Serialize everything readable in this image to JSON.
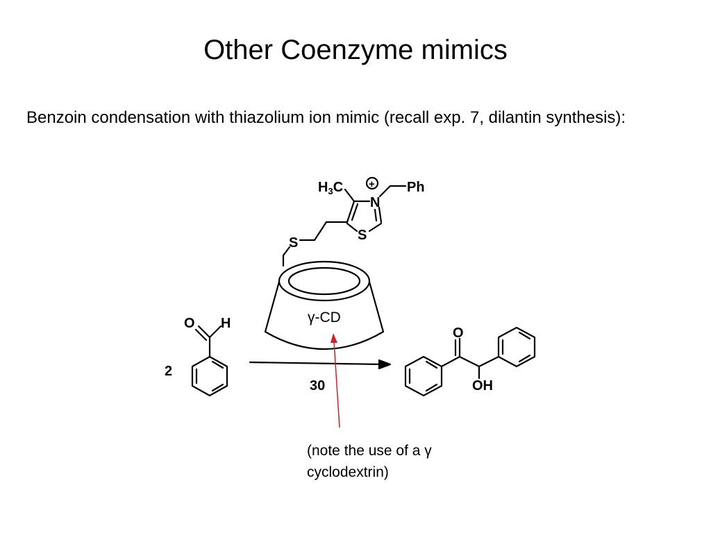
{
  "slide": {
    "title": "Other Coenzyme mimics",
    "body": "Benzoin condensation with thiazolium ion mimic (recall exp. 7, dilantin synthesis):",
    "note_line1": "(note the use of a γ",
    "note_line2": "cyclodextrin)"
  },
  "scheme": {
    "reactant_coefficient": "2",
    "aldehyde_oxygen": "O",
    "aldehyde_hydrogen": "H",
    "catalyst_label": "30",
    "cyclodextrin_label": "γ-CD",
    "methyl_H": "H",
    "methyl_sub": "3",
    "methyl_C": "C",
    "nitrogen": "N",
    "charge": "+",
    "phenyl": "Ph",
    "ring_sulfur": "S",
    "thioether_sulfur": "S",
    "ketone_oxygen": "O",
    "hydroxyl": "OH",
    "arrow_color": "#d42020"
  }
}
